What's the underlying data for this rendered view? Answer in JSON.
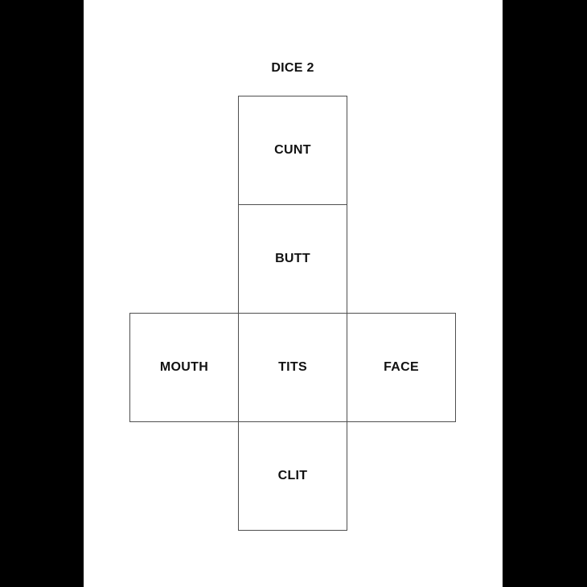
{
  "title": "DICE 2",
  "dice_net": {
    "description": "unfolded cube template with six labeled faces",
    "faces": [
      {
        "label": "CUNT",
        "position": "top"
      },
      {
        "label": "BUTT",
        "position": "upper-middle"
      },
      {
        "label": "MOUTH",
        "position": "middle-left"
      },
      {
        "label": "TITS",
        "position": "center"
      },
      {
        "label": "FACE",
        "position": "middle-right"
      },
      {
        "label": "CLIT",
        "position": "bottom"
      }
    ]
  },
  "colors": {
    "letterbox": "#000000",
    "page_background": "#ffffff",
    "line": "#4f4f4f",
    "text": "#111111"
  }
}
